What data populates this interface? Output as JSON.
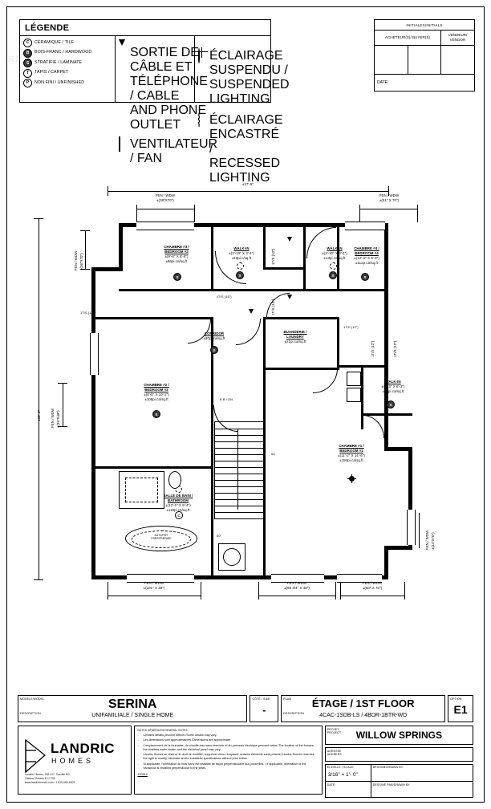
{
  "watermark": {
    "letter": "R",
    "text": "REALTOR"
  },
  "legend": {
    "title": "LÉGENDE",
    "column1": [
      {
        "symbol": "C",
        "label": "CÉRAMIQUE / TILE"
      },
      {
        "symbol": "B",
        "label": "BOIS-FRANC / HARDWOOD"
      },
      {
        "symbol": "S",
        "label": "STRATIFIÉ / LAMINATE"
      },
      {
        "symbol": "T",
        "label": "TAPIS / CARPET"
      },
      {
        "symbol": "P",
        "label": "NON FINI / UNFINISHED"
      }
    ],
    "column2": [
      {
        "symbol": "cable-outlet-icon",
        "label": "SORTIE DE CÂBLE ET TÉLÉPHONE / CABLE AND PHONE OUTLET"
      },
      {
        "symbol": "fan-icon",
        "label": "VENTILATEUR / FAN"
      }
    ],
    "column3": [
      {
        "symbol": "suspended-light-icon",
        "label": "ÉCLAIRAGE SUSPENDU / SUSPENDED LIGHTING"
      },
      {
        "symbol": "recessed-light-icon",
        "label": "ÉCLAIRAGE ENCASTRÉ / RECESSED LIGHTING"
      }
    ]
  },
  "initials_block": {
    "header": "INITIALES/INITIALS",
    "buyer": "ACHETEUR(S)/ BUYER(S)",
    "vendor": "VENDEUR/ VENDOR",
    "date_label": "DATE:"
  },
  "plan": {
    "overall_width": "±27'-9\"",
    "overall_height": "±32'-4\"",
    "windows_top": [
      {
        "label": "FEN / WDW",
        "size": "±(38\"X70\")"
      },
      {
        "label": "FEN / WDW",
        "size": "±(51\" X 70\")"
      }
    ],
    "windows_bottom": [
      {
        "label": "FEN / WDW",
        "size": "±(101\" X 48\")"
      },
      {
        "label": "FEN / WDW",
        "size": "±(69 3/4\" X 48\")"
      },
      {
        "label": "FEN / WDW",
        "size": "±(60\" X 70\")"
      }
    ],
    "windows_left": [
      {
        "label": "FEN / WDW",
        "size": "±(36\"X70\")"
      },
      {
        "label": "FEN / WDW",
        "size": "±(39\"X48\")"
      }
    ],
    "windows_right": [
      {
        "label": "FEN / WDW",
        "size": "±(24\"X70\")"
      }
    ],
    "rooms": [
      {
        "name_fr": "CHAMBRE #3 /",
        "name_en": "BEDROOM #3",
        "dims": "±(9'-8\" X 8'-8\")",
        "area": "±86pi.ca/sq.ft",
        "floor": "S"
      },
      {
        "name_fr": "CHAMBRE #4 /",
        "name_en": "BEDROOM #4",
        "dims": "±(12'-0\" X 9'-3\")",
        "area": "±112p.ca/sq.ft",
        "floor": "S"
      },
      {
        "name_fr": "CHAMBRE #2 /",
        "name_en": "BEDROOM #2",
        "dims": "±(8'-5\" X 10'-2\")",
        "area": "±105pi.ca/sq.ft",
        "floor": "S"
      },
      {
        "name_fr": "CHAMBRE #1 /",
        "name_en": "BEDROOM #1",
        "dims": "±(11'-2\" X 14'-6\")",
        "area": "±194pi.ca/sq.ft",
        "floor": "S"
      },
      {
        "name_fr": "SALLE DE BAIN /",
        "name_en": "BATHROOM",
        "dims": "±(12'-1\" X 9'-4\")",
        "area": "±118pi.ca/sq.ft",
        "floor": "C"
      },
      {
        "name_fr": "BUANDERIE /",
        "name_en": "LAUNDRY",
        "dims": "",
        "area": "±21pi.ca/sq.ft",
        "floor": "C"
      },
      {
        "name_fr": "CORRIDOR",
        "name_en": "",
        "dims": "",
        "area": "±80pi.ca/sq.ft",
        "floor": "S"
      },
      {
        "name_fr": "WALK-IN",
        "name_en": "",
        "dims": "±(3'-10\" X 3'-4\")",
        "area": "±13pi.c/sq.ft",
        "floor": "S"
      },
      {
        "name_fr": "WALK-IN",
        "name_en": "",
        "dims": "±(3'-10\" X 3'-4\")",
        "area": "±13pi.ca/sq.ft",
        "floor": "S"
      },
      {
        "name_fr": "WALK-IN",
        "name_en": "",
        "dims": "±(6'-3\" X 6'-3\")",
        "area": "±27pi.ca/sq.ft",
        "floor": "S"
      }
    ],
    "annotations": [
      "1T/S (12\")",
      "1T/S (12\")",
      "1T/S (12\")",
      "1T/S (12\")",
      "4T/S (16\")",
      "E.B / DN",
      "P.C.",
      "P.C.",
      "P.C.",
      "P.C.",
      "P.C.",
      "AUTO/PMT\nPREP/PREPARE",
      "60\"",
      "#3"
    ],
    "stair_note": "E.B / DN"
  },
  "title_block": {
    "model_caption": "MODÈLE/MODEL",
    "model_name": "SERINA",
    "description_caption": "DESCRIPTION",
    "description_value": "UNIFAMILIALE / SINGLE HOME",
    "cote_caption": "CÔTÉ / SIDE",
    "cote_value": "-",
    "plan_caption": "PLAN",
    "plan_name": "ÉTAGE / 1ST FLOOR",
    "plan_desc_caption": "DESCRIPTION",
    "plan_desc_value": "4CAC-1SDB-LS / 4BDR-1BTR-WD",
    "option_caption": "OPTION",
    "option_value": "E1"
  },
  "logo": {
    "name": "LANDRIC",
    "sub": "HOMES",
    "address_line1": "Landric Homes, 282-117, Carville RD",
    "address_line2": "Ottawa, Ontario K1J 7S6",
    "address_line3": "www.landrichomes.com / 1 819-663-6003"
  },
  "notes": {
    "header": "NOTES GÉNÉRALES/GENERAL NOTES:",
    "items": [
      "Certains détails peuvent différer./Some details may vary.",
      "Les dimensions sont approximatives./Dimensions are approximate.",
      "L'emplacement de la fournaise, du chauffe-eau sans réservoir et du panneau électrique peuvent varier./The location of the furnace, the tankless water heater and the electrical panel may vary.",
      "Landric Homes se réserve le droit de modifier, supprimer et/ou remplacer certains éléments sans préavis./Landric Homes reserves the right to modify, eliminate and/or substitute specifications without prior notice.",
      "Si applicable, l'orientation du bois franc est installée de façon perpendiculaire aux poutrelles. / If applicable, orientation of the hardwood is installed perpendicular to the joists."
    ],
    "reference": "230510"
  },
  "project": {
    "caption": "PROJET\nPROJECT",
    "name": "WILLOW SPRINGS",
    "address_caption": "ADRESSE\nADDRESS",
    "address_value": "",
    "scale_caption": "ÉCHELLE / SCALE:",
    "scale_value": "3/16\" = 1'- 0\"",
    "date_caption": "DATE:",
    "date_value": "",
    "drawn_caption": "DESSINÉ/DRAWN BY:",
    "drawn_value": "DESSINÉ PAR/DRAWN BY"
  }
}
